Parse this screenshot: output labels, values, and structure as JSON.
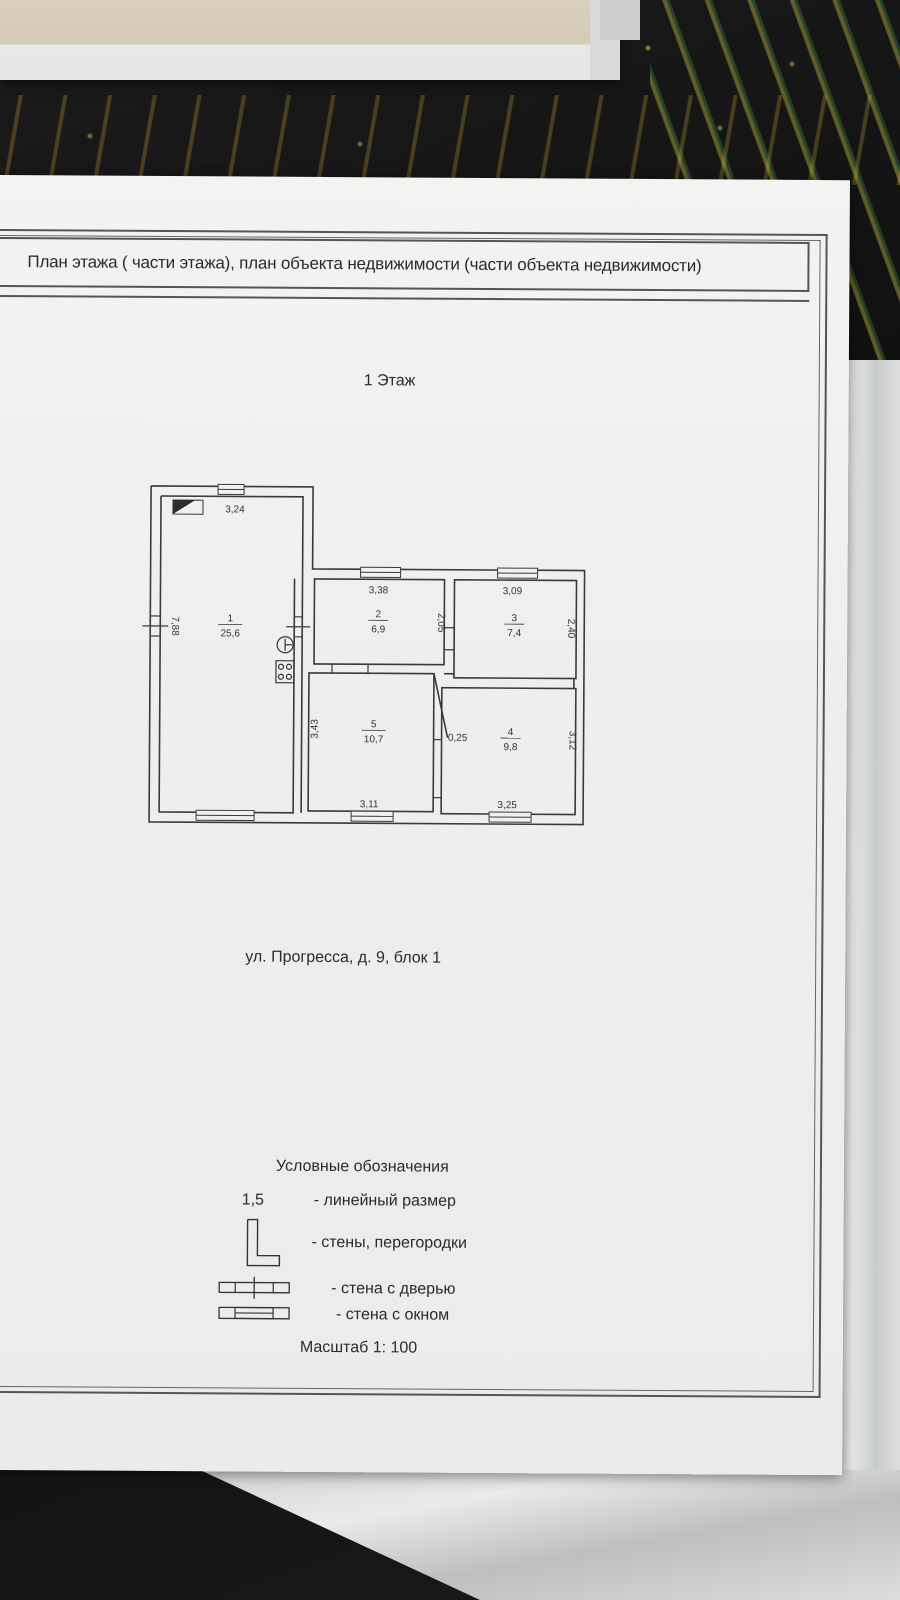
{
  "document": {
    "title": "План этажа ( части этажа), план объекта недвижимости (части объекта недвижимости)",
    "floor_label": "1 Этаж",
    "address": "ул. Прогресса, д. 9, блок 1",
    "scale": "Масштаб 1: 100"
  },
  "rooms": [
    {
      "number": "1",
      "area": "25,6"
    },
    {
      "number": "2",
      "area": "6,9"
    },
    {
      "number": "3",
      "area": "7,4"
    },
    {
      "number": "4",
      "area": "9,8"
    },
    {
      "number": "5",
      "area": "10,7"
    }
  ],
  "dimensions": {
    "room1_width": "3,24",
    "room1_length": "7,88",
    "room2_width": "3,38",
    "room2_height": "2,05",
    "room3_width": "3,09",
    "room3_height": "2,40",
    "room5_height": "3,43",
    "room5_width": "3,11",
    "room4_height": "3,12",
    "room4_width": "3,25",
    "corridor_width": "0,25"
  },
  "legend": {
    "title": "Условные обозначения",
    "sample_dimension": "1,5",
    "items": [
      {
        "symbol": "linear-dimension",
        "label": "- линейный размер"
      },
      {
        "symbol": "walls",
        "label": "- стены, перегородки"
      },
      {
        "symbol": "wall-with-door",
        "label": "- стена с дверью"
      },
      {
        "symbol": "wall-with-window",
        "label": "- стена с окном"
      }
    ]
  },
  "colors": {
    "paper": "#eeeeec",
    "ink": "#333333",
    "background": "#141414"
  }
}
